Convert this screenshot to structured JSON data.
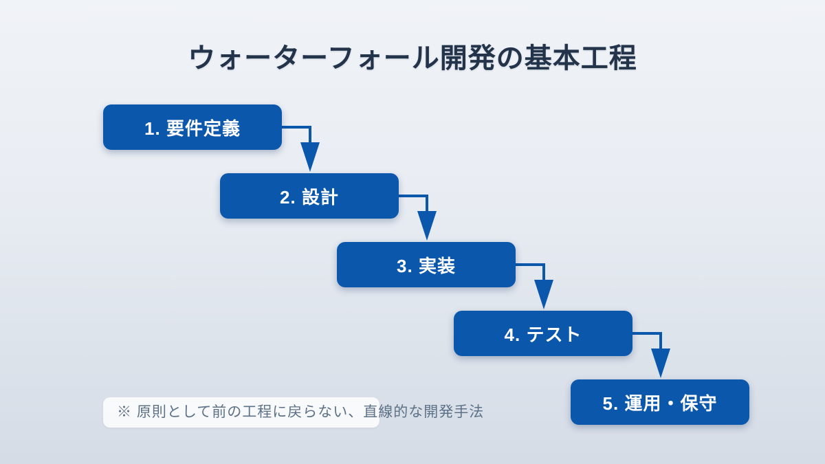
{
  "page": {
    "title": "ウォーターフォール開発の基本工程"
  },
  "steps": [
    {
      "label": "1. 要件定義"
    },
    {
      "label": "2. 設計"
    },
    {
      "label": "3. 実装"
    },
    {
      "label": "4. テスト"
    },
    {
      "label": "5. 運用・保守"
    }
  ],
  "note": {
    "text": "※ 原則として前の工程に戻らない、直線的な開発手法"
  },
  "colors": {
    "box_blue": "#0b57ac",
    "title_navy": "#22334a",
    "note_blue_gray": "#5d7187",
    "background_top": "#f0f3f7",
    "background_bottom": "#d5dce6"
  }
}
